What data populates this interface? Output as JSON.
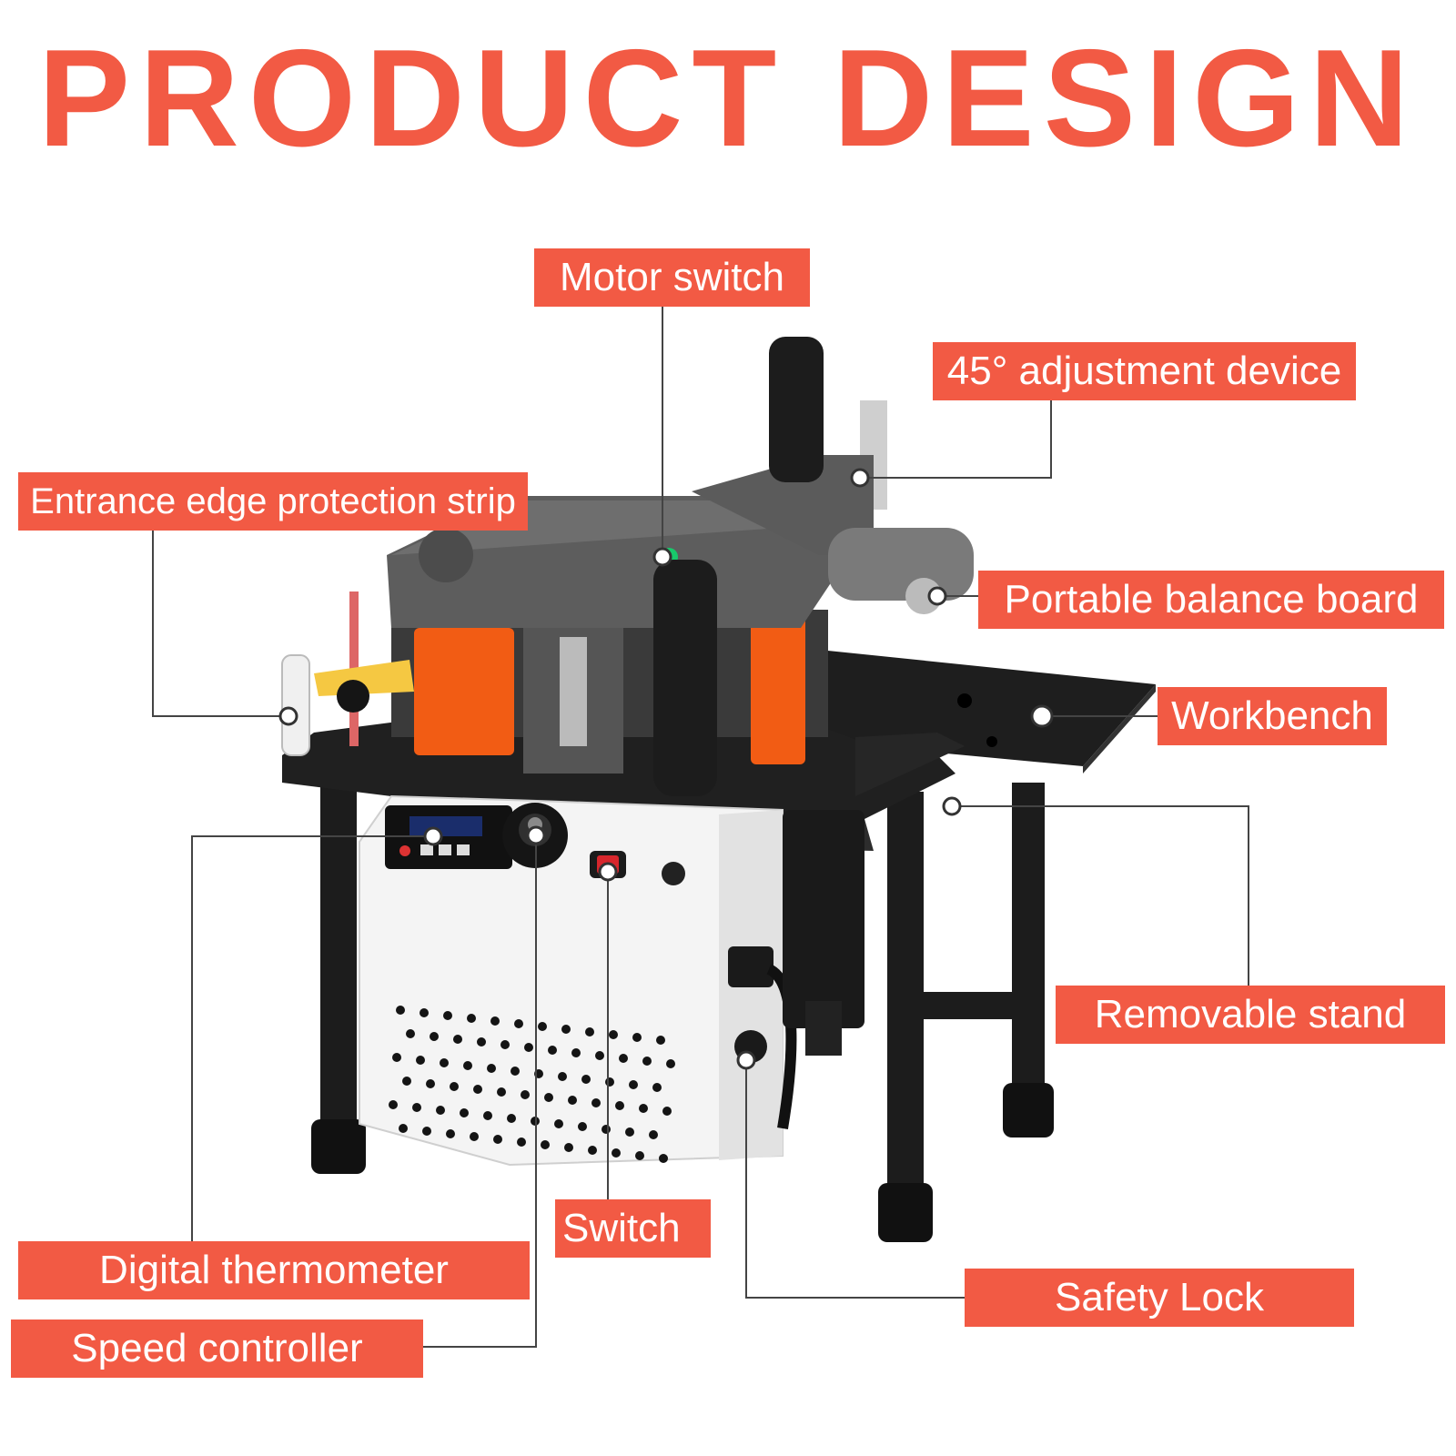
{
  "title": "PRODUCT DESIGN",
  "accent_color": "#f25a44",
  "labels": {
    "motor_switch": "Motor switch",
    "adjustment_45": "45° adjustment device",
    "entrance_strip": "Entrance edge protection strip",
    "balance_board": "Portable balance board",
    "workbench": "Workbench",
    "removable_stand": "Removable stand",
    "switch": "Switch",
    "digital_thermometer": "Digital thermometer",
    "speed_controller": "Speed controller",
    "safety_lock": "Safety Lock"
  }
}
